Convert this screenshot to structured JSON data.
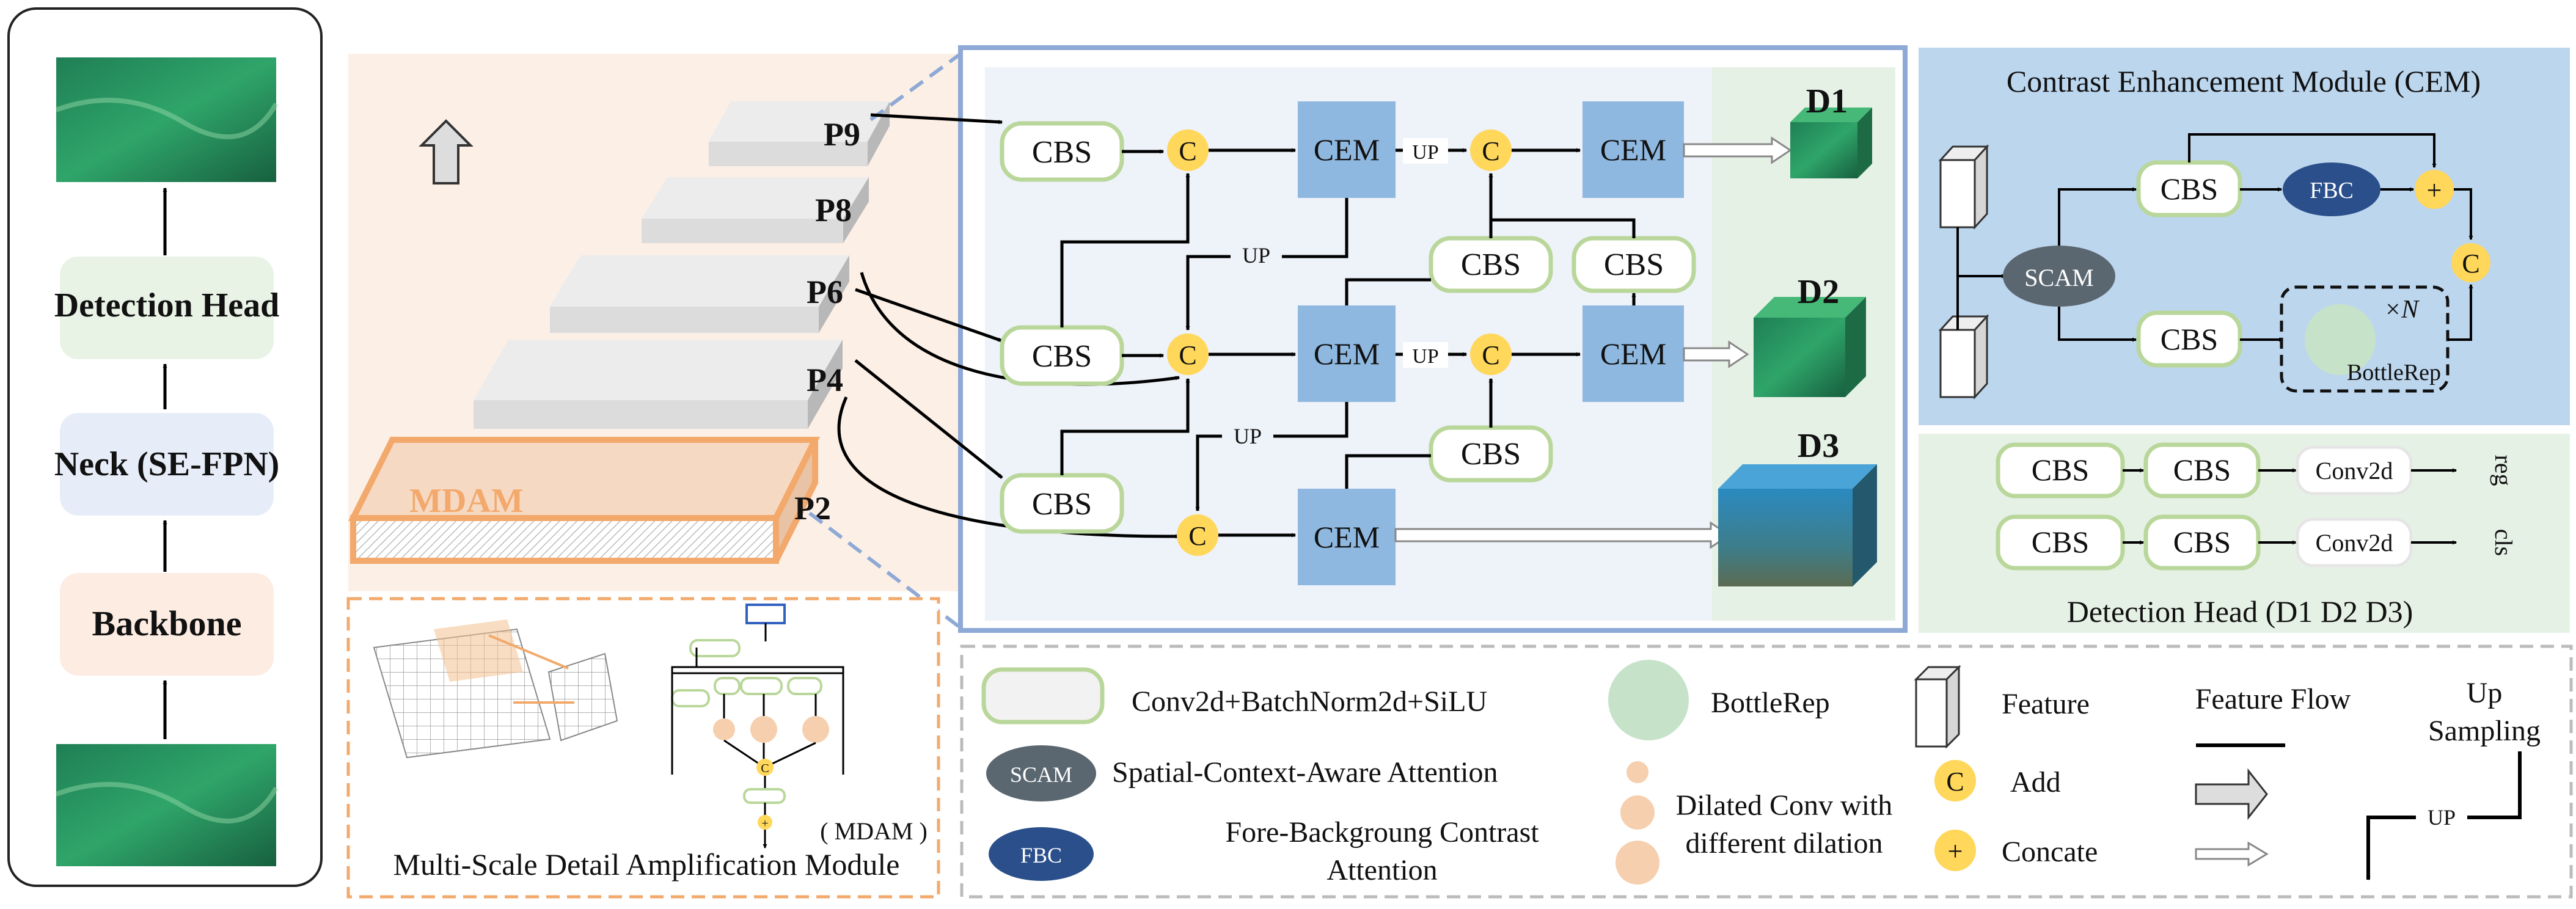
{
  "pipeline": {
    "detection_head": "Detection Head",
    "neck": "Neck (SE-FPN)",
    "backbone": "Backbone"
  },
  "mdam_block": {
    "label": "MDAM",
    "levels": [
      "P9",
      "P8",
      "P6",
      "P4",
      "P2"
    ]
  },
  "mdam_module": {
    "title": "Multi-Scale Detail Amplification Module",
    "tag": "( MDAM )"
  },
  "fpn": {
    "cbs": "CBS",
    "cem": "CEM",
    "up": "UP",
    "concat": "C",
    "outputs": [
      "D1",
      "D2",
      "D3"
    ]
  },
  "cem_module": {
    "title": "Contrast Enhancement Module (CEM)",
    "scam": "SCAM",
    "fbc": "FBC",
    "cbs": "CBS",
    "times_n": "×N",
    "bottlerep": "BottleRep",
    "add": "+",
    "concat": "C"
  },
  "det_head": {
    "title": "Detection Head (D1 D2 D3)",
    "cbs": "CBS",
    "conv2d": "Conv2d",
    "reg": "reg",
    "cls": "cls"
  },
  "legend": {
    "cbs_desc": "Conv2d+BatchNorm2d+SiLU",
    "scam_chip": "SCAM",
    "scam_desc": "Spatial-Context-Aware Attention",
    "fbc_chip": "FBC",
    "fbc_desc_1": "Fore-Backgroung Contrast",
    "fbc_desc_2": "Attention",
    "bottlerep": "BottleRep",
    "dilated_1": "Dilated Conv with",
    "dilated_2": "different dilation",
    "feature": "Feature",
    "concat_chip": "C",
    "add_label": "Add",
    "add_chip": "+",
    "concate_label": "Concate",
    "feature_flow": "Feature Flow",
    "upsampling_1": "Up",
    "upsampling_2": "Sampling",
    "up": "UP"
  },
  "colors": {
    "cbs_border": "#b9d79a",
    "cem_fill": "#8fb8e0",
    "yellow": "#ffd75a",
    "scam_fill": "#5b6770",
    "fbc_fill": "#2a4f8a",
    "bottlerep_fill": "#c6e3c9",
    "orange": "#f2a96b",
    "peach_bg": "#fcefe6",
    "cem_bg": "#bcd6ee",
    "fpn_bg": "#eef2f9",
    "green_bg": "#e6f1e6"
  }
}
